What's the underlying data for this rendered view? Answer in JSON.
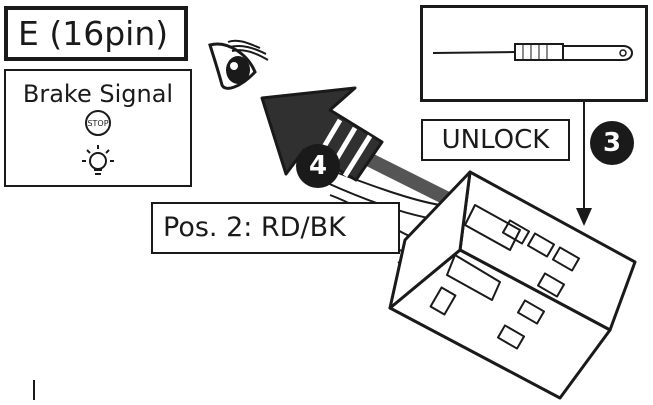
{
  "title": "E (16pin)",
  "brake": {
    "label": "Brake Signal",
    "stop_text": "STOP"
  },
  "position_label": "Pos. 2: RD/BK",
  "unlock_label": "UNLOCK",
  "steps": {
    "step3": "3",
    "step4": "4"
  },
  "icons": [
    "eye-icon",
    "stop-icon",
    "bulb-icon",
    "screwdriver-icon",
    "connector-icon",
    "arrow-icon"
  ],
  "colors": {
    "ink": "#1a1a1a",
    "wire": "#555555"
  }
}
